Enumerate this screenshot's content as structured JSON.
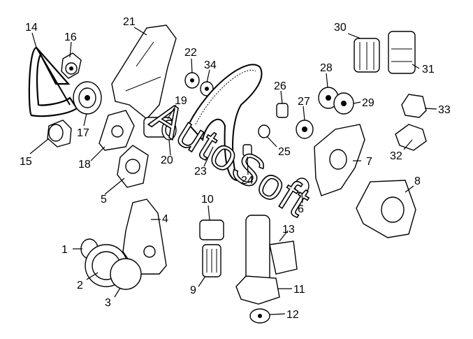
{
  "watermark": "AutoSoft",
  "callouts": [
    "1",
    "2",
    "3",
    "4",
    "5",
    "6",
    "7",
    "8",
    "9",
    "10",
    "11",
    "12",
    "13",
    "14",
    "15",
    "16",
    "17",
    "18",
    "19",
    "20",
    "21",
    "22",
    "23",
    "24",
    "25",
    "26",
    "27",
    "28",
    "29",
    "30",
    "31",
    "32",
    "33",
    "34"
  ]
}
